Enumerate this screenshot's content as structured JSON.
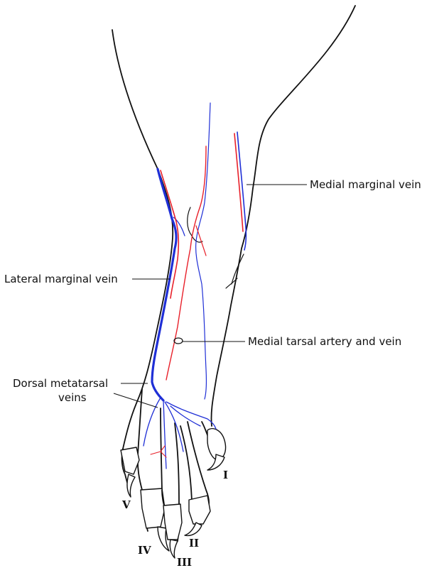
{
  "colors": {
    "vein": "#1f2fd6",
    "artery": "#e8202a",
    "outline": "#111111"
  },
  "labels": {
    "medial_marginal_vein": "Medial marginal vein",
    "lateral_marginal_vein": "Lateral marginal vein",
    "medial_tarsal_artery_and_vein": "Medial tarsal artery and vein",
    "dorsal_metatarsal_veins_line1": "Dorsal metatarsal",
    "dorsal_metatarsal_veins_line2": "veins"
  },
  "digits": {
    "d1": "I",
    "d2": "II",
    "d3": "III",
    "d4": "IV",
    "d5": "V"
  }
}
